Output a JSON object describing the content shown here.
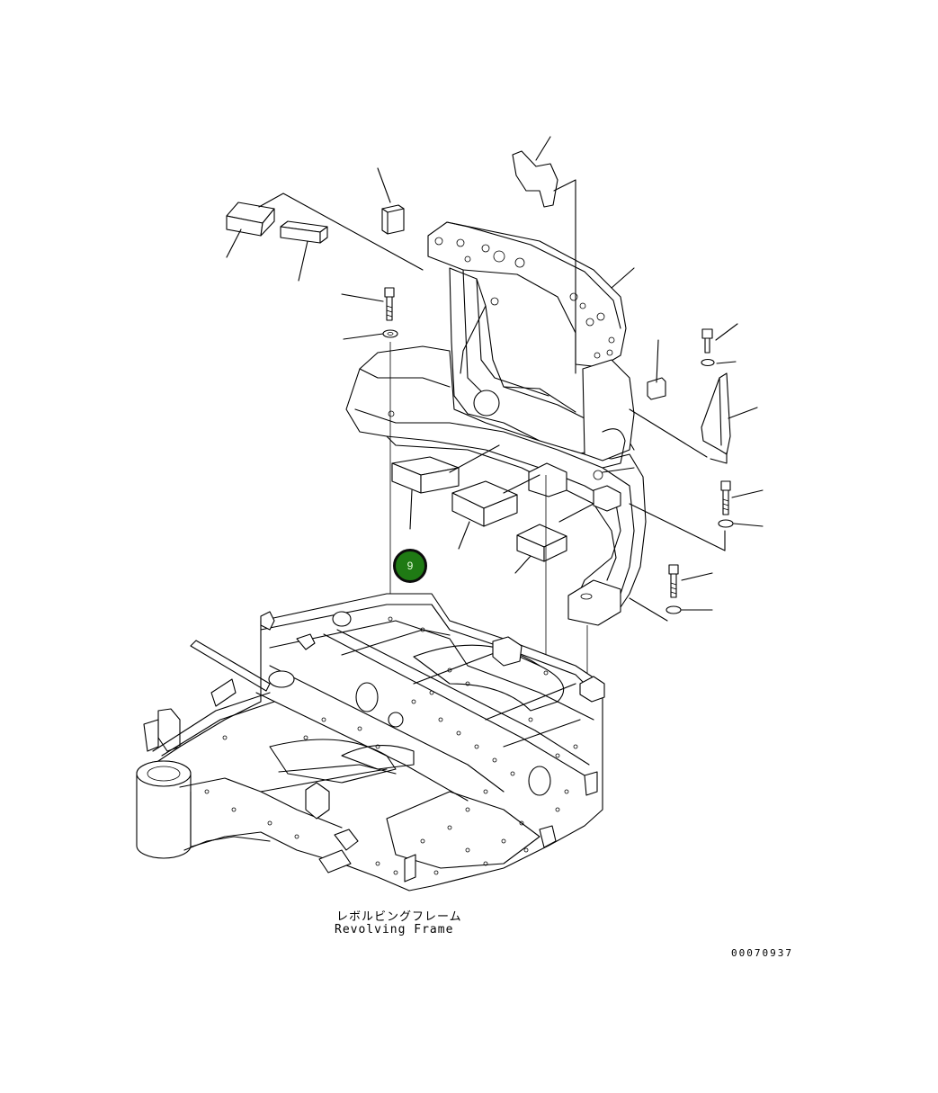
{
  "diagram": {
    "caption_jp": "レボルビングフレーム",
    "caption_en": "Revolving Frame",
    "drawing_number": "00070937"
  },
  "callout": {
    "number": "9",
    "color": "#1f7a14"
  }
}
